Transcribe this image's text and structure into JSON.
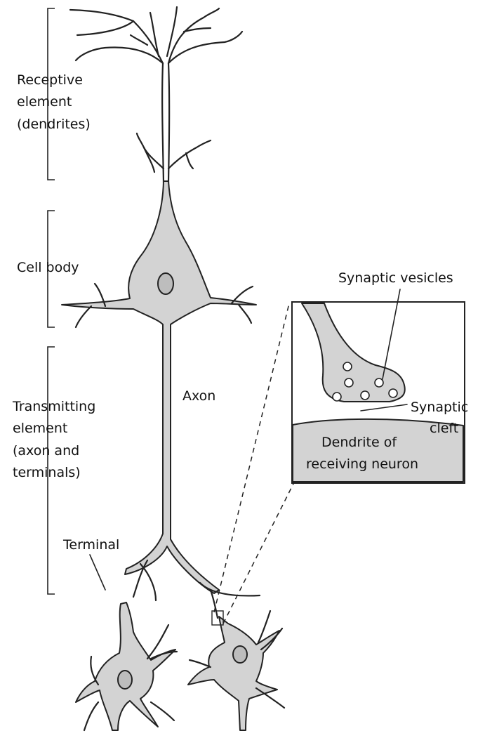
{
  "labels": {
    "receptive": [
      "Receptive",
      "element",
      "(dendrites)"
    ],
    "cell_body": "Cell body",
    "transmitting": [
      "Transmitting",
      "element",
      "(axon and",
      "terminals)"
    ],
    "axon": "Axon",
    "terminal": "Terminal",
    "synaptic_vesicles": "Synaptic vesicles",
    "synaptic_cleft": [
      "Synaptic",
      "cleft"
    ],
    "dendrite_receiving": [
      "Dendrite of",
      "receiving neuron"
    ]
  },
  "colors": {
    "cell_fill": "#d3d3d3",
    "outline": "#222222",
    "background": "#ffffff"
  }
}
